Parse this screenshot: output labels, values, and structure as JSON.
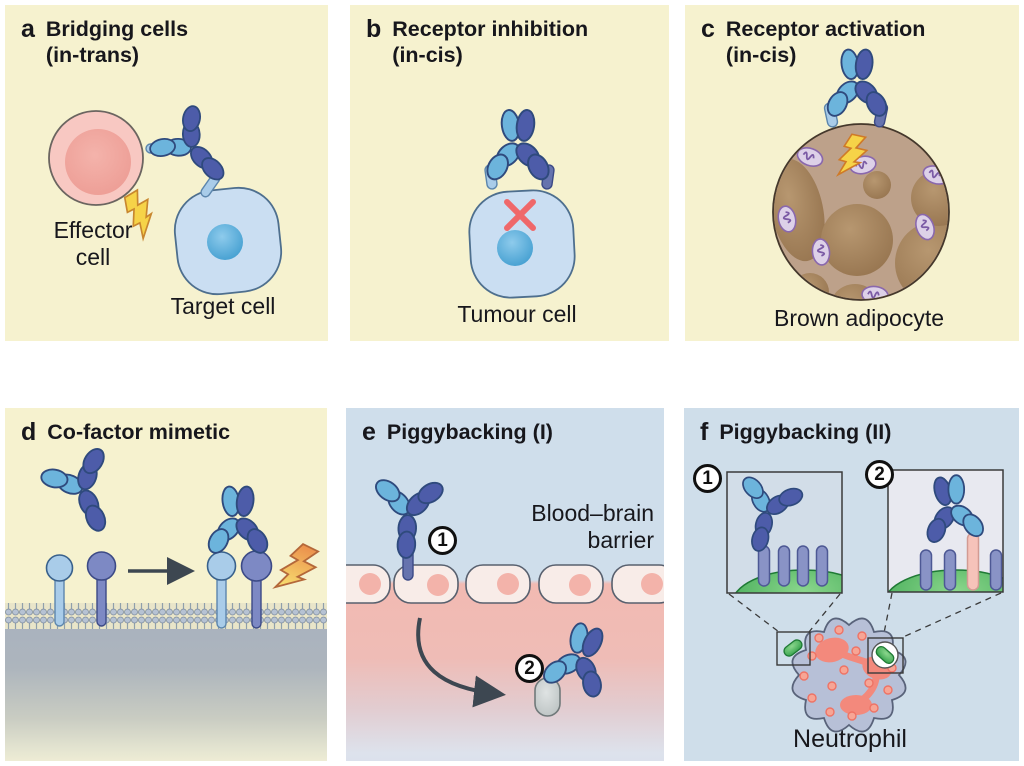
{
  "figure_kind": "antibody-mechanisms-diagram",
  "colors": {
    "panel_cream": "#f6f2cf",
    "panel_blue": "#cfdeea",
    "antibody_light_blue": "#6cb4dc",
    "antibody_dark_blue": "#4d5ca9",
    "outline_navy": "#2f4a7d",
    "effector_cell_pink": "#f8c6bf",
    "target_cell_blue": "#cadef2",
    "nucleus_blue": "#4aa3d8",
    "lightning_yellow": "#f6d348",
    "adipocyte_brown": "#bda18a",
    "lipid_droplet_brown": "#9c7c5c",
    "mitochondria_purple": "#8a68ad",
    "membrane_gray_blue": "#b6c2d3",
    "endothelial_cell_pink": "#f8ece8",
    "bbb_lumen_pink": "#f2bab2",
    "bacteria_green": "#3aa94f",
    "neutrophil_gray": "#b7c0d7",
    "neutrophil_nucleus_salmon": "#f3897c",
    "inhibition_red": "#ef686a",
    "arrow_dark": "#3d4751"
  },
  "panels": {
    "a": {
      "letter": "a",
      "title": "Bridging cells",
      "subtitle": "(in-trans)",
      "effector_label_line1": "Effector",
      "effector_label_line2": "cell",
      "target_label": "Target cell"
    },
    "b": {
      "letter": "b",
      "title": "Receptor inhibition",
      "subtitle": "(in-cis)",
      "cell_label": "Tumour cell"
    },
    "c": {
      "letter": "c",
      "title": "Receptor activation",
      "subtitle": "(in-cis)",
      "cell_label": "Brown adipocyte"
    },
    "d": {
      "letter": "d",
      "title": "Co-factor mimetic"
    },
    "e": {
      "letter": "e",
      "title": "Piggybacking (I)",
      "barrier_label_line1": "Blood–brain",
      "barrier_label_line2": "barrier",
      "step1": "1",
      "step2": "2"
    },
    "f": {
      "letter": "f",
      "title": "Piggybacking (II)",
      "cell_label": "Neutrophil",
      "step1": "1",
      "step2": "2"
    }
  }
}
